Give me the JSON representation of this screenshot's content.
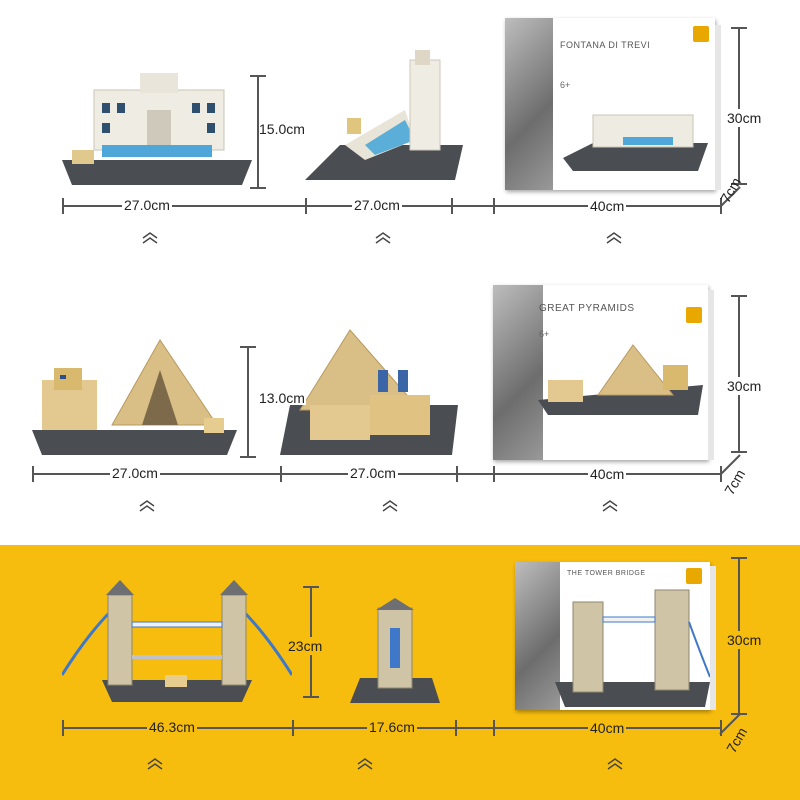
{
  "rows": [
    {
      "id": "trevi",
      "height_label": "15.0cm",
      "width_label_1": "27.0cm",
      "width_label_2": "27.0cm",
      "box_width_label": "40cm",
      "box_height_label": "30cm",
      "box_depth_label": "7cm",
      "box_title": "FONTANA DI TREVI",
      "box_age": "6+"
    },
    {
      "id": "pyramids",
      "height_label": "13.0cm",
      "width_label_1": "27.0cm",
      "width_label_2": "27.0cm",
      "box_width_label": "40cm",
      "box_height_label": "30cm",
      "box_depth_label": "7cm",
      "box_title": "GREAT PYRAMIDS",
      "box_age": "6+"
    },
    {
      "id": "tower-bridge",
      "height_label": "23cm",
      "width_label_1": "46.3cm",
      "width_label_2": "17.6cm",
      "box_width_label": "40cm",
      "box_height_label": "30cm",
      "box_depth_label": "7cm",
      "box_title": "THE TOWER BRIDGE",
      "box_age": ""
    }
  ],
  "colors": {
    "highlight_band": "#f7bd0e",
    "dimension_line": "#555555",
    "baseplate": "#4a4d52"
  }
}
